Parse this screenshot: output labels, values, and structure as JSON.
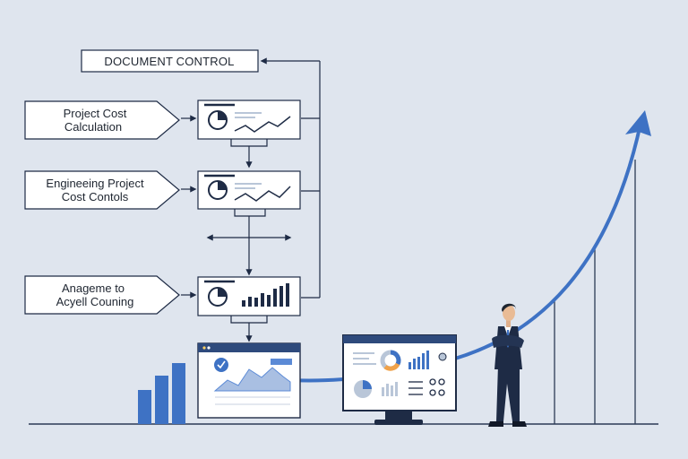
{
  "title_box": {
    "label": "DOCUMENT CONTROL"
  },
  "inputs": [
    {
      "line1": "Project Cost",
      "line2": "Calculation"
    },
    {
      "line1": "Engineeing Project",
      "line2": "Cost Contols"
    },
    {
      "line1": "Anageme to",
      "line2": "Acyell Couning"
    }
  ],
  "colors": {
    "background": "#dfe5ee",
    "ink": "#1e2b45",
    "accent": "#3e72c4",
    "panel": "#ffffff"
  },
  "icons": [
    "pie-chart-icon",
    "line-chart-icon",
    "bar-chart-icon",
    "checkmark-icon",
    "donut-chart-icon",
    "growth-arrow-icon",
    "person-icon"
  ]
}
